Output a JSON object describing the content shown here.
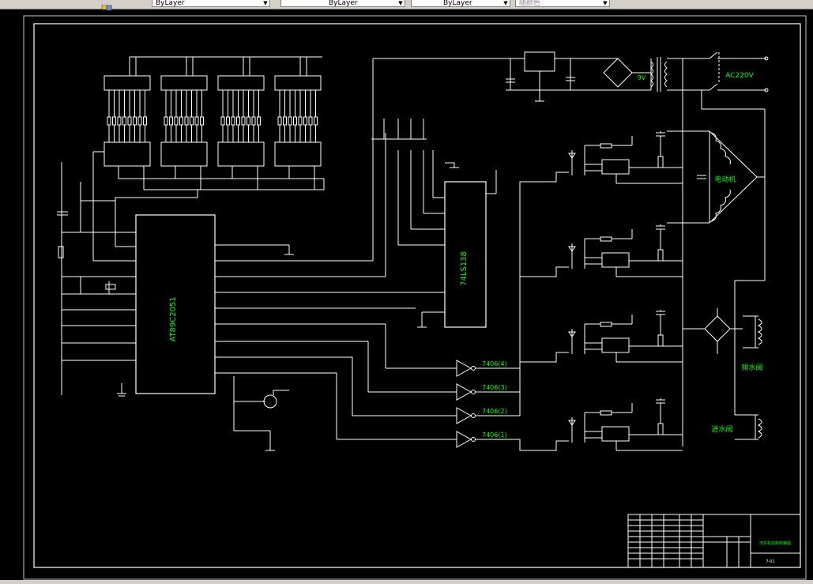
{
  "toolbar": {
    "layer_combo_1": "ByLayer",
    "layer_combo_2": "ByLayer",
    "layer_combo_3": "ByLayer",
    "plot_style_combo": "随颜色"
  },
  "diagram": {
    "mcu_label": "AT89C2051",
    "driver_ic_label": "74LS138",
    "mains_label": "AC220V",
    "transformer_out_label": "9V",
    "motor_label": "电动机",
    "drain_valve_label": "排水阀",
    "inlet_valve_label": "进水阀",
    "inverter_labels": [
      "7406(4)",
      "7406(3)",
      "7406(2)",
      "7406(1)"
    ]
  },
  "title_block": {
    "title": "洗衣机控制电路图",
    "drawing_no": "7-01"
  },
  "colors": {
    "wire": "#ffffff",
    "label": "#00ff00",
    "background": "#000000",
    "toolbar": "#d4d0c8"
  }
}
